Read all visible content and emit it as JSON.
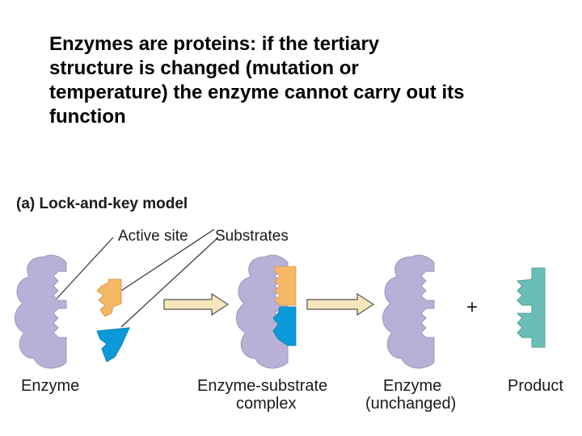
{
  "slide": {
    "heading_lines": [
      "Enzymes are proteins: if the tertiary",
      "structure is changed (mutation or",
      "temperature) the enzyme cannot carry out its",
      "function"
    ]
  },
  "diagram": {
    "panel_label": "(a) Lock-and-key model",
    "callouts": {
      "active_site": "Active site",
      "substrates": "Substrates"
    },
    "plus": "+",
    "stages": {
      "enzyme": "Enzyme",
      "complex_line1": "Enzyme-substrate",
      "complex_line2": "complex",
      "enzyme_after_line1": "Enzyme",
      "enzyme_after_line2": "(unchanged)",
      "product": "Product"
    },
    "colors": {
      "enzyme": "#b8b0d6",
      "substrate_orange": "#f5b867",
      "substrate_blue": "#0d9ad8",
      "product": "#6bbeb8",
      "arrow_fill": "#f7e7bd"
    }
  }
}
